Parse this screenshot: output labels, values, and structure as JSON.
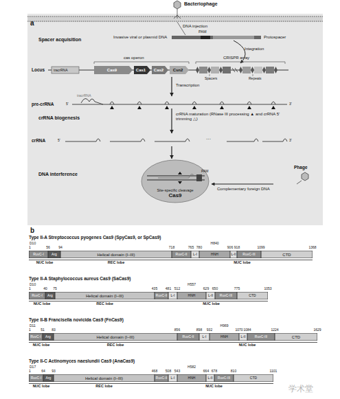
{
  "diagram": {
    "nodes": [
      {
        "text": [
          "Cas9"
        ]
      },
      {
        "text": [
          "Cas1"
        ]
      },
      {
        "text": [
          "Cas2"
        ]
      },
      {
        "text": [
          "Csn2"
        ]
      },
      {
        "text": [
          "Site-specific cleavage",
          "Cas9"
        ]
      },
      {
        "text": [
          "Type II-A Streptococcus pyogenes Cas9 (SpyCas9, or SpCas9)"
        ]
      },
      {
        "text": [
          "RuvC-I"
        ],
        "in": 5
      },
      {
        "text": [
          "Arg"
        ],
        "in": 5
      },
      {
        "text": [
          "Helical domain (I–III)"
        ],
        "in": 5
      },
      {
        "text": [
          "RuvC-II"
        ],
        "in": 5
      },
      {
        "text": [
          "L-I"
        ],
        "in": 5
      },
      {
        "text": [
          "HNH"
        ],
        "in": 5
      },
      {
        "text": [
          "L-II"
        ],
        "in": 5
      },
      {
        "text": [
          "RuvC-III"
        ],
        "in": 5
      },
      {
        "text": [
          "CTD"
        ],
        "in": 5
      },
      {
        "text": [
          "Type II-A Staphylococcus aureus Cas9 (SaCas9)"
        ]
      },
      {
        "text": [
          "RuvC-I"
        ],
        "in": 15
      },
      {
        "text": [
          "Arg"
        ],
        "in": 15
      },
      {
        "text": [
          "Helical domain (I–III)"
        ],
        "in": 15
      },
      {
        "text": [
          "RuvC-II"
        ],
        "in": 15
      },
      {
        "text": [
          "L-I"
        ],
        "in": 15
      },
      {
        "text": [
          "HNH"
        ],
        "in": 15
      },
      {
        "text": [
          "L-II"
        ],
        "in": 15
      },
      {
        "text": [
          "RuvC-III"
        ],
        "in": 15
      },
      {
        "text": [
          "CTD"
        ],
        "in": 15
      },
      {
        "text": [
          "Type II-B Francisella novicida Cas9 (FnCas9)"
        ]
      },
      {
        "text": [
          "RuvC-I"
        ],
        "in": 25
      },
      {
        "text": [
          "Arg"
        ],
        "in": 25
      },
      {
        "text": [
          "Helical domain (I–III)"
        ],
        "in": 25
      },
      {
        "text": [
          "RuvC-II"
        ],
        "in": 25
      },
      {
        "text": [
          "L-I"
        ],
        "in": 25
      },
      {
        "text": [
          "HNH"
        ],
        "in": 25
      },
      {
        "text": [
          "L-II"
        ],
        "in": 25
      },
      {
        "text": [
          "RuvC-III"
        ],
        "in": 25
      },
      {
        "text": [
          "CTD"
        ],
        "in": 25
      },
      {
        "text": [
          "Type II-C Actinomyces naeslundii Cas9 (AnaCas9)"
        ]
      },
      {
        "text": [
          "RuvC-I"
        ],
        "in": 35
      },
      {
        "text": [
          "Arg"
        ],
        "in": 35
      },
      {
        "text": [
          "Helical domain (I–III)"
        ],
        "in": 35
      },
      {
        "text": [
          "RuvC-II"
        ],
        "in": 35
      },
      {
        "text": [
          "L-I"
        ],
        "in": 35
      },
      {
        "text": [
          "HNH"
        ],
        "in": 35
      },
      {
        "text": [
          "L-II"
        ],
        "in": 35
      },
      {
        "text": [
          "RuvC-III"
        ],
        "in": 35
      },
      {
        "text": [
          "CTD"
        ],
        "in": 35
      }
    ],
    "labels": [
      "a",
      "Bacteriophage",
      "DNA injection",
      "Spacer acquisition",
      "Invasive viral or plasmid DNA",
      "PAM",
      "Protospacer",
      "Integration",
      "Locus",
      "tracrRNA",
      "cas operon",
      "CRISPR array",
      "Spacers",
      "Repeats",
      "Transcription",
      "tracrRNA",
      "pre-crRNA",
      "5'",
      "3'",
      "crRNA biogenesis",
      "crRNA maturation (RNase III processing ▲ and crRNA 5' trimming △)",
      "crRNA",
      "5'",
      "···",
      "3'",
      "DNA interference",
      "PAM",
      "Phage",
      "Complementary foreign DNA",
      "b",
      "D10",
      "H840",
      "1",
      "56",
      "94",
      "718",
      "765",
      "780",
      "906",
      "918",
      "1099",
      "1368",
      "NUC lobe",
      "REC lobe",
      "NUC lobe",
      "D10",
      "H557",
      "1",
      "40",
      "75",
      "435",
      "481",
      "512",
      "629",
      "650",
      "775",
      "1053",
      "NUC lobe",
      "REC lobe",
      "NUC lobe",
      "D11",
      "H969",
      "1",
      "51",
      "83",
      "856",
      "898",
      "932",
      "1070",
      "1084",
      "1224",
      "1629",
      "NUC lobe",
      "REC lobe",
      "NUC lobe",
      "D17",
      "H582",
      "1",
      "64",
      "93",
      "468",
      "508",
      "543",
      "664",
      "678",
      "810",
      "1101",
      "NUC lobe",
      "REC lobe",
      "NUC lobe",
      "学术堂"
    ]
  }
}
